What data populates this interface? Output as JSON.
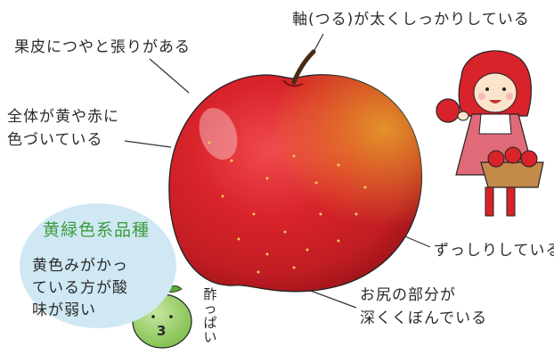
{
  "labels": {
    "stem": "軸(つる)が太くしっかりしている",
    "skin": "果皮につやと張りがある",
    "color_line1": "全体が黄や赤に",
    "color_line2": "色づいている",
    "heavy": "ずっしりしている",
    "bottom_line1": "お尻の部分が",
    "bottom_line2": "深くくぼんでいる"
  },
  "note": {
    "title": "黄緑色系品種",
    "line1": "黄色みがかっ",
    "line2": "ている方が酸",
    "line3": "味が弱い"
  },
  "sour_text": [
    "酢",
    "っ",
    "ぱ",
    "い"
  ],
  "small_apple_number": "3",
  "colors": {
    "apple_red": "#d8232a",
    "apple_dark": "#b0181f",
    "apple_yellow": "#e8a62a",
    "green_title": "#3d9b3d",
    "bubble_blue": "#cfe8f4",
    "green_apple": "#9ccf6a"
  }
}
